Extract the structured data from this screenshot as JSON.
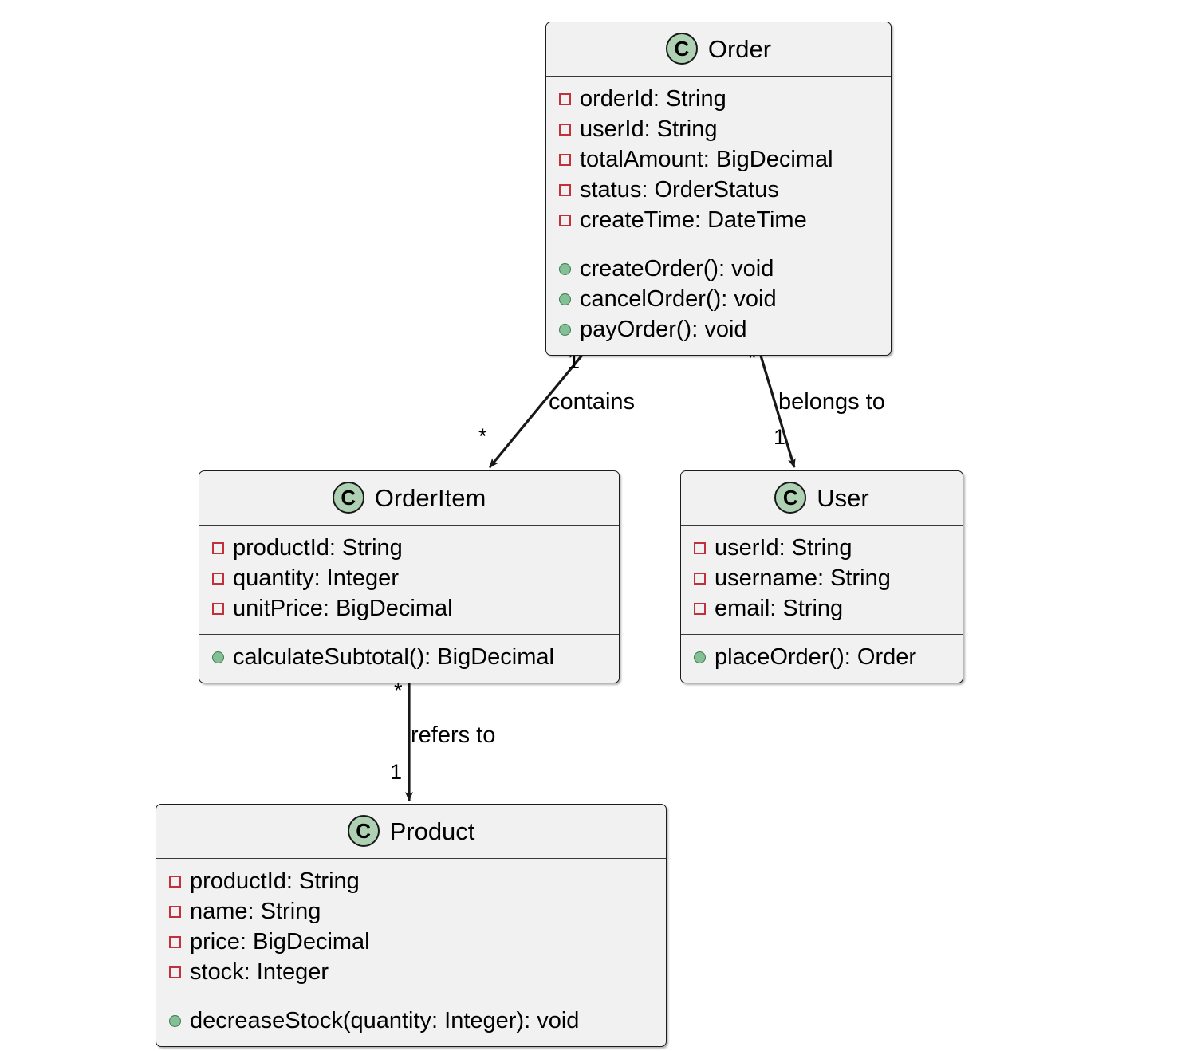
{
  "diagram": {
    "type": "uml-class-diagram",
    "background": "#ffffff",
    "colors": {
      "class_fill": "#f1f1f1",
      "class_border": "#1d1d1d",
      "stereotype_circle": "#add1b2",
      "field_marker": "#c2303b",
      "method_marker": "#84bf96",
      "edge": "#181818"
    }
  },
  "classes": [
    {
      "id": "order",
      "name": "Order",
      "stereotype": "C",
      "fields": [
        {
          "text": "orderId: String"
        },
        {
          "text": "userId: String"
        },
        {
          "text": "totalAmount: BigDecimal"
        },
        {
          "text": "status: OrderStatus"
        },
        {
          "text": "createTime: DateTime"
        }
      ],
      "methods": [
        {
          "text": "createOrder(): void"
        },
        {
          "text": "cancelOrder(): void"
        },
        {
          "text": "payOrder(): void"
        }
      ]
    },
    {
      "id": "orderitem",
      "name": "OrderItem",
      "stereotype": "C",
      "fields": [
        {
          "text": "productId: String"
        },
        {
          "text": "quantity: Integer"
        },
        {
          "text": "unitPrice: BigDecimal"
        }
      ],
      "methods": [
        {
          "text": "calculateSubtotal(): BigDecimal"
        }
      ]
    },
    {
      "id": "user",
      "name": "User",
      "stereotype": "C",
      "fields": [
        {
          "text": "userId: String"
        },
        {
          "text": "username: String"
        },
        {
          "text": "email: String"
        }
      ],
      "methods": [
        {
          "text": "placeOrder(): Order"
        }
      ]
    },
    {
      "id": "product",
      "name": "Product",
      "stereotype": "C",
      "fields": [
        {
          "text": "productId: String"
        },
        {
          "text": "name: String"
        },
        {
          "text": "price: BigDecimal"
        },
        {
          "text": "stock: Integer"
        }
      ],
      "methods": [
        {
          "text": "decreaseStock(quantity: Integer): void"
        }
      ]
    }
  ],
  "relationships": [
    {
      "id": "contains",
      "from": "Order",
      "to": "OrderItem",
      "label": "contains",
      "source_multiplicity": "1",
      "target_multiplicity": "*"
    },
    {
      "id": "belongs-to",
      "from": "Order",
      "to": "User",
      "label": "belongs to",
      "source_multiplicity": "*",
      "target_multiplicity": "1"
    },
    {
      "id": "refers-to",
      "from": "OrderItem",
      "to": "Product",
      "label": "refers to",
      "source_multiplicity": "*",
      "target_multiplicity": "1"
    }
  ]
}
